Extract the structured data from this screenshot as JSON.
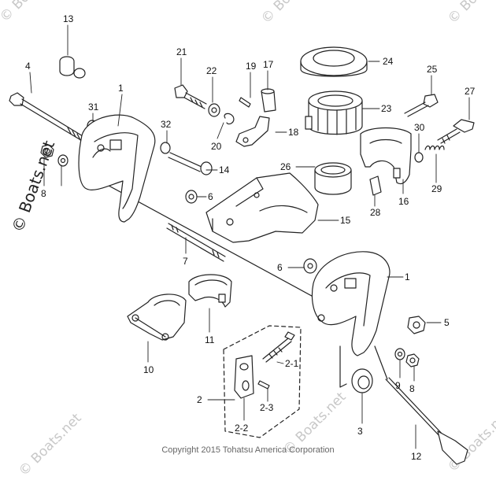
{
  "watermark": "© Boats.net",
  "side_label": "© Boats.net",
  "copyright": "Copyright 2015 Tohatsu America Corporation",
  "callouts": [
    "13",
    "4",
    "31",
    "1",
    "21",
    "22",
    "19",
    "17",
    "24",
    "25",
    "27",
    "32",
    "18",
    "23",
    "30",
    "20",
    "14",
    "26",
    "8",
    "6",
    "16",
    "29",
    "28",
    "15",
    "7",
    "6",
    "1",
    "5",
    "11",
    "10",
    "9",
    "8",
    "2-1",
    "3",
    "2",
    "2-3",
    "2-2",
    "12"
  ]
}
